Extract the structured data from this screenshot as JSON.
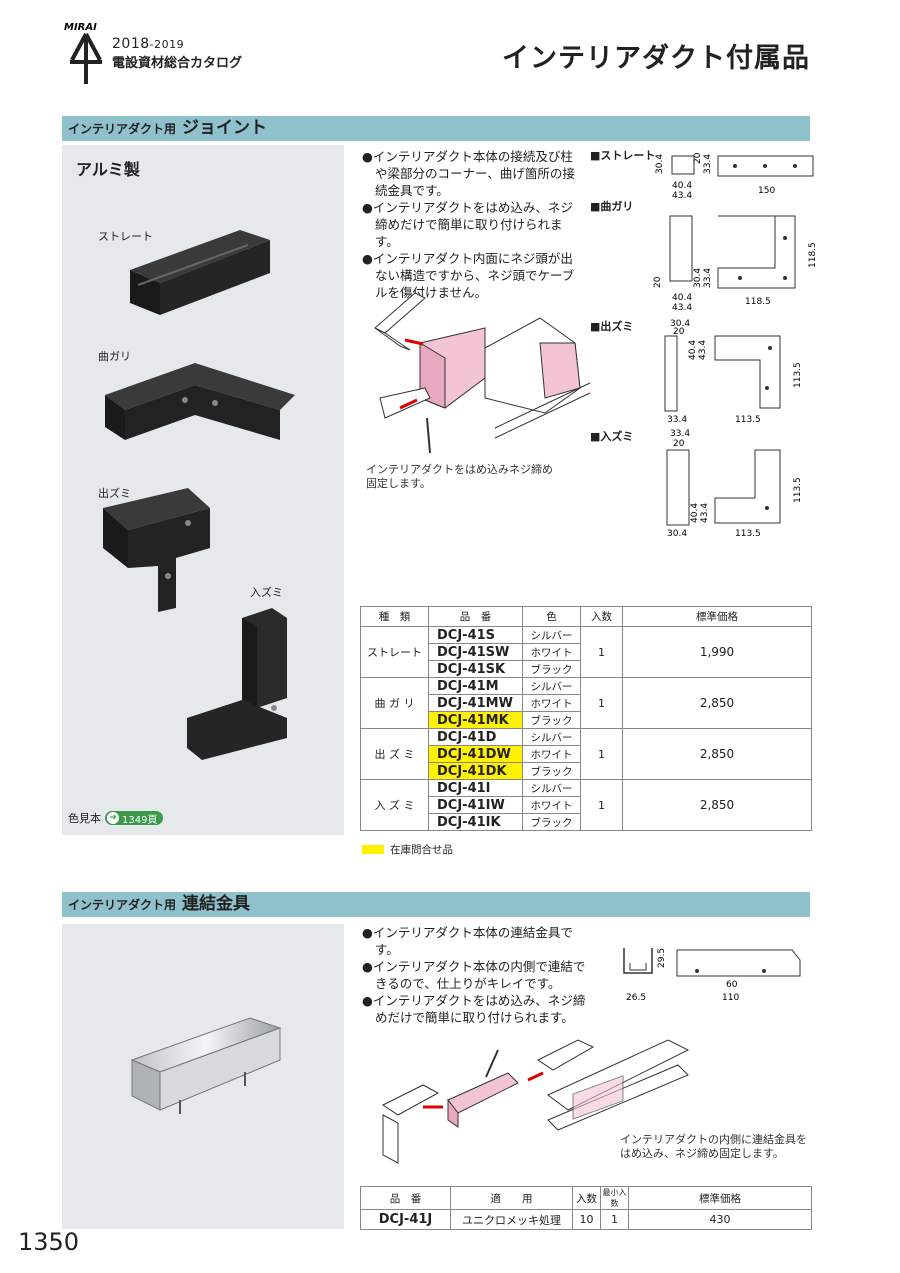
{
  "header": {
    "brand": "MIRAI",
    "catalog_year": "2018",
    "catalog_year_end": "-2019",
    "catalog_name": "電設資材総合カタログ",
    "page_title": "インテリアダクト付属品"
  },
  "section1": {
    "prefix": "インテリアダクト用",
    "title": "ジョイント",
    "material": "アルミ製",
    "photo_labels": [
      "ストレート",
      "曲ガリ",
      "出ズミ",
      "入ズミ"
    ],
    "bullets": [
      "●インテリアダクト本体の接続及び柱や梁部分のコーナー、曲げ箇所の接続金具です。",
      "●インテリアダクトをはめ込み、ネジ締めだけで簡単に取り付けられます。",
      "●インテリアダクト内面にネジ頭が出ない構造ですから、ネジ頭でケーブルを傷付けません。"
    ],
    "caption_line1": "インテリアダクトをはめ込みネジ締め",
    "caption_line2": "固定します。",
    "dim_labels": [
      "■ストレート",
      "■曲ガリ",
      "■出ズミ",
      "■入ズミ"
    ],
    "dims": {
      "straight": [
        "30.4",
        "20",
        "33.4",
        "40.4",
        "43.4",
        "150"
      ],
      "bend": [
        "118.5",
        "20",
        "30.4",
        "33.4",
        "40.4",
        "43.4",
        "118.5"
      ],
      "outer": [
        "30.4",
        "20",
        "40.4",
        "43.4",
        "113.5",
        "33.4",
        "113.5"
      ],
      "inner": [
        "33.4",
        "20",
        "113.5",
        "40.4",
        "43.4",
        "30.4",
        "113.5"
      ]
    },
    "color_book_label": "色見本",
    "color_book_ref": "1349頁",
    "table": {
      "headers": [
        "種　類",
        "品　番",
        "色",
        "入数",
        "標準価格"
      ],
      "groups": [
        {
          "type": "ストレート",
          "qty": "1",
          "price": "1,990",
          "rows": [
            {
              "pn": "DCJ-41S",
              "color": "シルバー",
              "hl": false
            },
            {
              "pn": "DCJ-41SW",
              "color": "ホワイト",
              "hl": false
            },
            {
              "pn": "DCJ-41SK",
              "color": "ブラック",
              "hl": false
            }
          ]
        },
        {
          "type": "曲 ガ リ",
          "qty": "1",
          "price": "2,850",
          "rows": [
            {
              "pn": "DCJ-41M",
              "color": "シルバー",
              "hl": false
            },
            {
              "pn": "DCJ-41MW",
              "color": "ホワイト",
              "hl": false
            },
            {
              "pn": "DCJ-41MK",
              "color": "ブラック",
              "hl": true
            }
          ]
        },
        {
          "type": "出 ズ ミ",
          "qty": "1",
          "price": "2,850",
          "rows": [
            {
              "pn": "DCJ-41D",
              "color": "シルバー",
              "hl": false
            },
            {
              "pn": "DCJ-41DW",
              "color": "ホワイト",
              "hl": true
            },
            {
              "pn": "DCJ-41DK",
              "color": "ブラック",
              "hl": true
            }
          ]
        },
        {
          "type": "入 ズ ミ",
          "qty": "1",
          "price": "2,850",
          "rows": [
            {
              "pn": "DCJ-41I",
              "color": "シルバー",
              "hl": false
            },
            {
              "pn": "DCJ-41IW",
              "color": "ホワイト",
              "hl": false
            },
            {
              "pn": "DCJ-41IK",
              "color": "ブラック",
              "hl": false
            }
          ]
        }
      ],
      "legend": "在庫問合せ品",
      "highlight_color": "#fff200"
    }
  },
  "section2": {
    "prefix": "インテリアダクト用",
    "title": "連結金具",
    "bullets": [
      "●インテリアダクト本体の連結金具です。",
      "●インテリアダクト本体の内側で連結できるので、仕上りがキレイです。",
      "●インテリアダクトをはめ込み、ネジ締めだけで簡単に取り付けられます。"
    ],
    "dims": [
      "29.5",
      "26.5",
      "60",
      "110"
    ],
    "caption_line1": "インテリアダクトの内側に連結金具を",
    "caption_line2": "はめ込み、ネジ締め固定します。",
    "table": {
      "headers": [
        "品　番",
        "適　　用",
        "入数",
        "最小入数",
        "標準価格"
      ],
      "row": {
        "pn": "DCJ-41J",
        "use": "ユニクロメッキ処理",
        "qty": "10",
        "min": "1",
        "price": "430"
      }
    }
  },
  "page_number": "1350",
  "colors": {
    "section_bar": "#8ec1cc",
    "panel": "#e6e9ec",
    "pink": "#f2c4d4"
  }
}
